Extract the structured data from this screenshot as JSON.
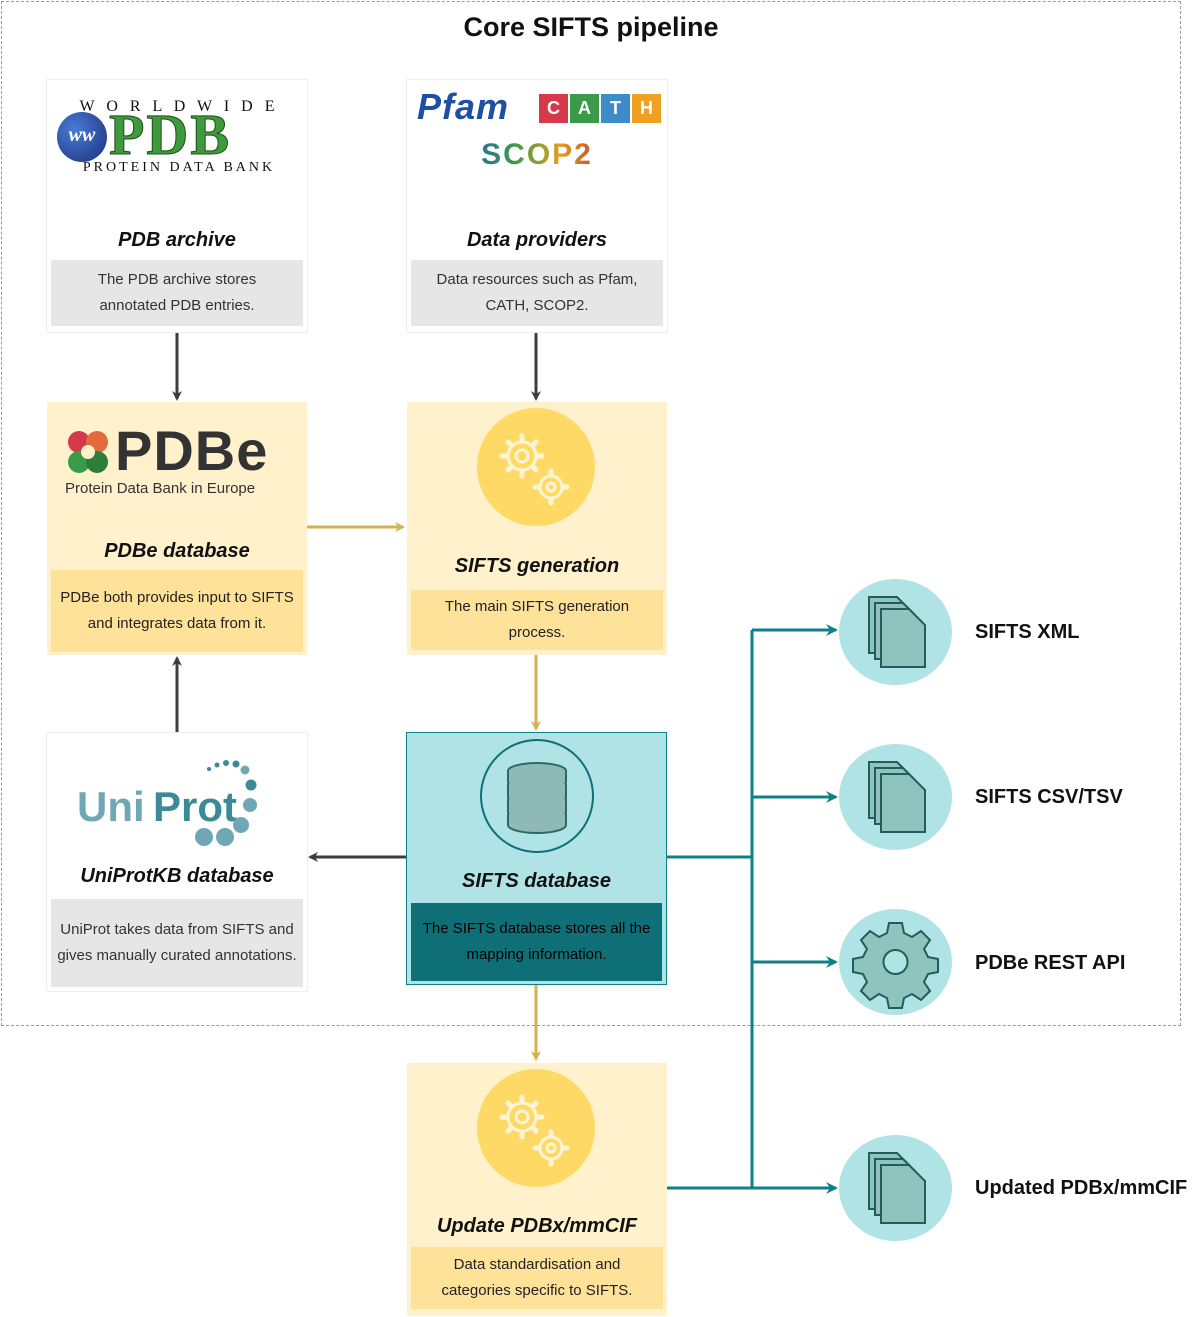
{
  "title": "Core SIFTS pipeline",
  "nodes": {
    "pdb_archive": {
      "title": "PDB archive",
      "desc": "The PDB archive stores annotated PDB entries.",
      "logo": {
        "top": "W O R L D W I D E",
        "main": "PDB",
        "bottom": "PROTEIN DATA BANK",
        "badge": "ww"
      }
    },
    "data_providers": {
      "title": "Data providers",
      "desc": "Data resources such as Pfam, CATH, SCOP2.",
      "logos": {
        "pfam": "Pfam",
        "cath": [
          "C",
          "A",
          "T",
          "H"
        ],
        "scop": "SCOP2"
      }
    },
    "pdbe": {
      "title": "PDBe database",
      "desc": "PDBe both provides input to SIFTS and integrates data from it.",
      "logo": {
        "main": "PDBe",
        "sub": "Protein Data Bank in Europe"
      }
    },
    "sifts_generation": {
      "title": "SIFTS generation",
      "desc": "The main SIFTS generation process.",
      "icon": "gears-icon"
    },
    "uniprot": {
      "title": "UniProtKB database",
      "desc": "UniProt takes data from SIFTS and gives manually curated annotations.",
      "logo": {
        "uni": "Uni",
        "prot": "Prot"
      }
    },
    "sifts_db": {
      "title": "SIFTS database",
      "desc": "The SIFTS database stores all the mapping information.",
      "icon": "database-icon"
    },
    "update_mmcif": {
      "title": "Update PDBx/mmCIF",
      "desc": "Data standardisation and categories specific to SIFTS.",
      "icon": "gears-icon"
    }
  },
  "outputs": [
    {
      "label": "SIFTS XML",
      "icon": "documents-icon"
    },
    {
      "label": "SIFTS CSV/TSV",
      "icon": "documents-icon"
    },
    {
      "label": "PDBe REST API",
      "icon": "gear-icon"
    },
    {
      "label": "Updated PDBx/mmCIF",
      "icon": "documents-icon"
    }
  ],
  "colors": {
    "dark_arrow": "#3d3d3d",
    "gold_arrow": "#d4b24c",
    "teal_arrow": "#0e8088",
    "yellow_fill": "#fff1cc",
    "yellow_desc": "#ffe299",
    "teal_fill": "#b0e3e6",
    "teal_desc": "#0e7076",
    "grey_desc": "#e6e6e6"
  }
}
